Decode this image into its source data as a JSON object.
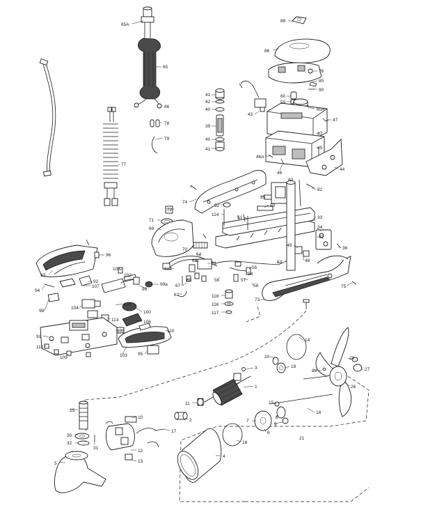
{
  "callouts": [
    {
      "id": "c-65A",
      "text": "65A"
    },
    {
      "id": "c-65",
      "text": "65"
    },
    {
      "id": "c-66",
      "text": "66"
    },
    {
      "id": "c-89",
      "text": "89"
    },
    {
      "id": "c-86",
      "text": "86"
    },
    {
      "id": "c-76",
      "text": "76"
    },
    {
      "id": "c-80",
      "text": "80"
    },
    {
      "id": "c-90",
      "text": "90"
    },
    {
      "id": "c-60",
      "text": "60"
    },
    {
      "id": "c-59",
      "text": "59"
    },
    {
      "id": "c-60A",
      "text": "60A"
    },
    {
      "id": "c-41a",
      "text": "41"
    },
    {
      "id": "c-42",
      "text": "42"
    },
    {
      "id": "c-40a",
      "text": "40"
    },
    {
      "id": "c-39",
      "text": "39"
    },
    {
      "id": "c-40b",
      "text": "40"
    },
    {
      "id": "c-41b",
      "text": "41"
    },
    {
      "id": "c-43",
      "text": "43"
    },
    {
      "id": "c-47",
      "text": "47"
    },
    {
      "id": "c-37",
      "text": "37"
    },
    {
      "id": "c-45",
      "text": "45"
    },
    {
      "id": "c-46A",
      "text": "46A"
    },
    {
      "id": "c-46",
      "text": "46"
    },
    {
      "id": "c-44",
      "text": "44"
    },
    {
      "id": "c-78",
      "text": "78"
    },
    {
      "id": "c-79",
      "text": "79"
    },
    {
      "id": "c-77",
      "text": "77"
    },
    {
      "id": "c-83",
      "text": "83"
    },
    {
      "id": "c-82",
      "text": "82"
    },
    {
      "id": "c-74",
      "text": "74"
    },
    {
      "id": "c-52",
      "text": "52"
    },
    {
      "id": "c-35",
      "text": "35"
    },
    {
      "id": "c-50",
      "text": "50"
    },
    {
      "id": "c-72",
      "text": "72"
    },
    {
      "id": "c-114",
      "text": "114"
    },
    {
      "id": "c-51",
      "text": "51"
    },
    {
      "id": "c-33",
      "text": "33"
    },
    {
      "id": "c-71",
      "text": "71"
    },
    {
      "id": "c-34",
      "text": "34"
    },
    {
      "id": "c-69",
      "text": "69"
    },
    {
      "id": "c-32",
      "text": "32"
    },
    {
      "id": "c-36",
      "text": "36"
    },
    {
      "id": "c-70",
      "text": "70"
    },
    {
      "id": "c-49",
      "text": "49"
    },
    {
      "id": "c-48",
      "text": "48"
    },
    {
      "id": "c-96",
      "text": "96"
    },
    {
      "id": "c-64",
      "text": "64"
    },
    {
      "id": "c-53",
      "text": "53"
    },
    {
      "id": "c-63",
      "text": "63"
    },
    {
      "id": "c-55",
      "text": "55"
    },
    {
      "id": "c-108",
      "text": "108"
    },
    {
      "id": "c-61a",
      "text": "61a"
    },
    {
      "id": "c-61",
      "text": "61"
    },
    {
      "id": "c-54",
      "text": "54"
    },
    {
      "id": "c-93",
      "text": "93"
    },
    {
      "id": "c-102",
      "text": "102"
    },
    {
      "id": "c-92",
      "text": "92"
    },
    {
      "id": "c-99a",
      "text": "99a"
    },
    {
      "id": "c-68",
      "text": "68"
    },
    {
      "id": "c-67",
      "text": "67"
    },
    {
      "id": "c-56",
      "text": "56"
    },
    {
      "id": "c-57",
      "text": "57"
    },
    {
      "id": "c-58",
      "text": "58"
    },
    {
      "id": "c-75",
      "text": "75"
    },
    {
      "id": "c-107",
      "text": "107"
    },
    {
      "id": "c-99",
      "text": "99"
    },
    {
      "id": "c-94",
      "text": "94"
    },
    {
      "id": "c-62",
      "text": "62"
    },
    {
      "id": "c-118",
      "text": "118"
    },
    {
      "id": "c-73",
      "text": "73"
    },
    {
      "id": "c-116",
      "text": "116"
    },
    {
      "id": "c-101",
      "text": "101"
    },
    {
      "id": "c-117",
      "text": "117"
    },
    {
      "id": "c-104",
      "text": "104"
    },
    {
      "id": "c-98",
      "text": "98"
    },
    {
      "id": "c-100",
      "text": "100"
    },
    {
      "id": "c-113",
      "text": "113"
    },
    {
      "id": "c-106",
      "text": "106"
    },
    {
      "id": "c-91",
      "text": "91"
    },
    {
      "id": "c-105",
      "text": "105"
    },
    {
      "id": "c-110",
      "text": "110"
    },
    {
      "id": "c-112",
      "text": "112"
    },
    {
      "id": "c-103",
      "text": "103"
    },
    {
      "id": "c-95",
      "text": "95"
    },
    {
      "id": "c-109",
      "text": "109"
    },
    {
      "id": "c-14",
      "text": "14"
    },
    {
      "id": "c-20",
      "text": "20"
    },
    {
      "id": "c-19",
      "text": "19"
    },
    {
      "id": "c-28",
      "text": "28"
    },
    {
      "id": "c-27",
      "text": "27"
    },
    {
      "id": "c-29",
      "text": "29"
    },
    {
      "id": "c-3",
      "text": "3"
    },
    {
      "id": "c-26",
      "text": "26"
    },
    {
      "id": "c-1",
      "text": "1"
    },
    {
      "id": "c-25",
      "text": "25"
    },
    {
      "id": "c-11",
      "text": "11"
    },
    {
      "id": "c-15",
      "text": "15"
    },
    {
      "id": "c-18",
      "text": "18"
    },
    {
      "id": "c-8",
      "text": "8"
    },
    {
      "id": "c-9",
      "text": "9"
    },
    {
      "id": "c-10",
      "text": "10"
    },
    {
      "id": "c-2",
      "text": "2"
    },
    {
      "id": "c-7",
      "text": "7"
    },
    {
      "id": "c-6",
      "text": "6"
    },
    {
      "id": "c-17",
      "text": "17"
    },
    {
      "id": "c-30",
      "text": "30"
    },
    {
      "id": "c-31",
      "text": "31"
    },
    {
      "id": "c-32b",
      "text": "32"
    },
    {
      "id": "c-16",
      "text": "16"
    },
    {
      "id": "c-21",
      "text": "21"
    },
    {
      "id": "c-12",
      "text": "12"
    },
    {
      "id": "c-13",
      "text": "13"
    },
    {
      "id": "c-4",
      "text": "4"
    },
    {
      "id": "c-5",
      "text": "5"
    }
  ]
}
